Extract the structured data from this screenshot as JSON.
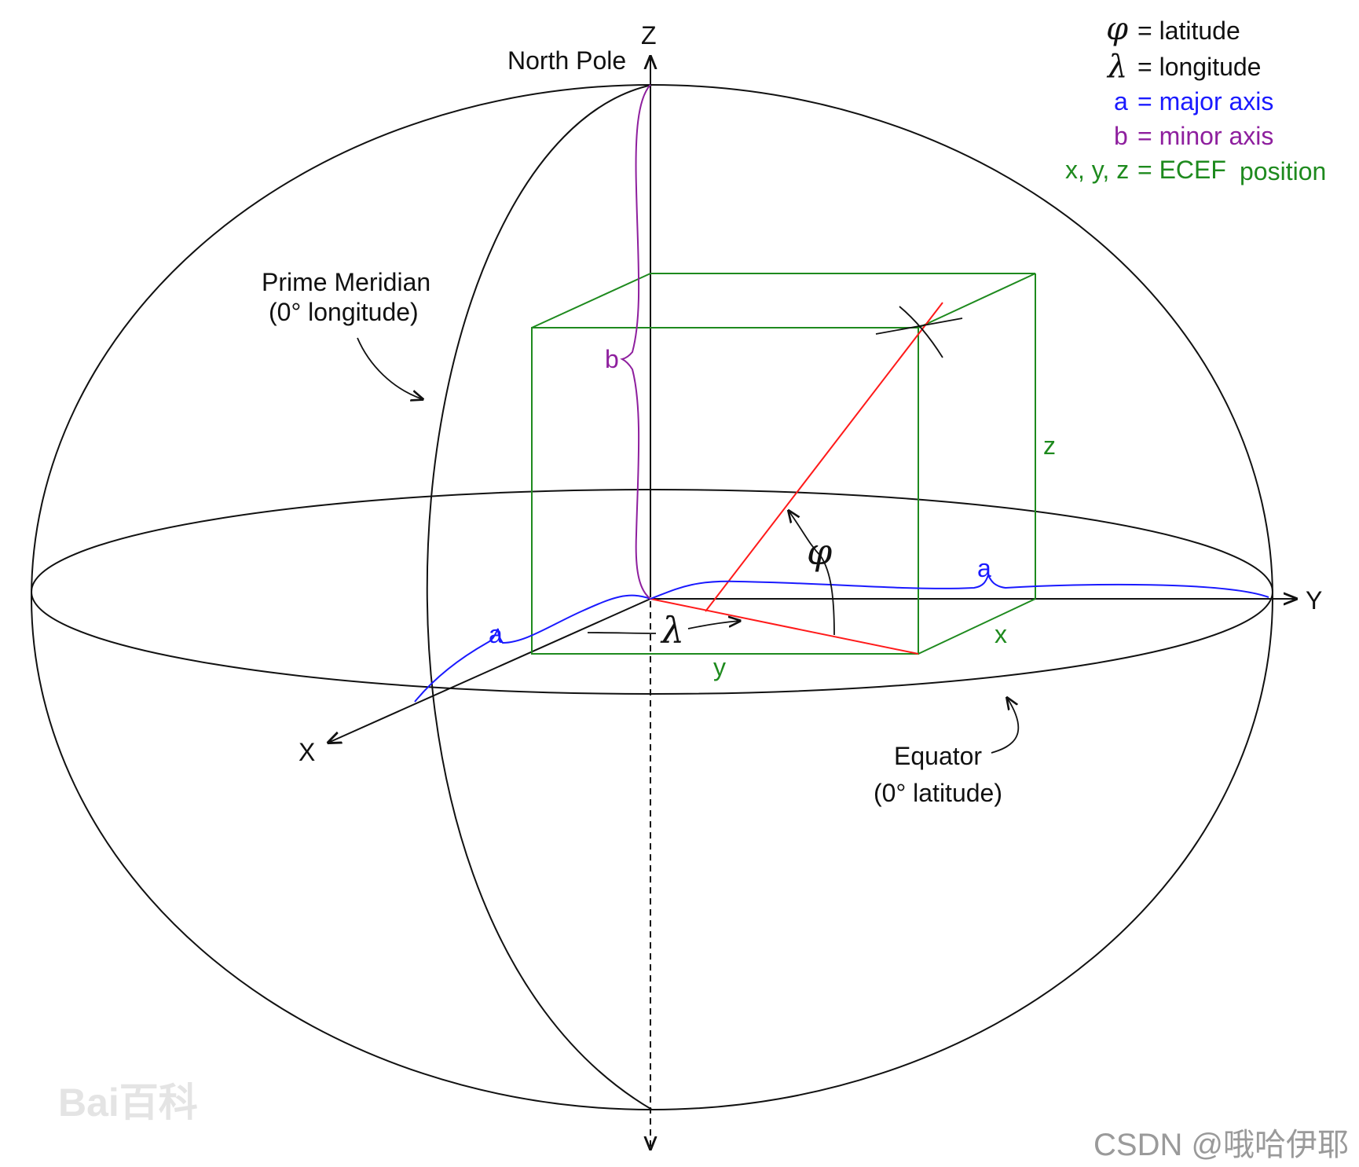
{
  "colors": {
    "outline": "#111111",
    "major_axis": "#1a1aff",
    "minor_axis": "#8e1f9e",
    "ecef_box": "#1e8a1e",
    "red_line": "#ff1a1a",
    "watermark": "#9a9a9a"
  },
  "axes": {
    "z_label": "Z",
    "y_label": "Y",
    "x_label": "X"
  },
  "labels": {
    "north_pole": "North Pole",
    "prime_meridian_line1": "Prime Meridian",
    "prime_meridian_line2": "(0° longitude)",
    "equator_line1": "Equator",
    "equator_line2": "(0° latitude)",
    "phi": "φ",
    "lambda": "λ",
    "a_equator": "a",
    "a_x": "a",
    "b": "b",
    "x": "x",
    "y": "y",
    "z": "z"
  },
  "legend": {
    "rows": [
      {
        "symbol": "φ",
        "text": "= latitude"
      },
      {
        "symbol": "λ",
        "text": "= longitude"
      },
      {
        "symbol": "a",
        "text": "= major axis"
      },
      {
        "symbol": "b",
        "text": "= minor axis"
      },
      {
        "symbol": "x, y, z",
        "text": "= ECEF",
        "extra": "position"
      }
    ]
  },
  "watermarks": {
    "baidu": "Bai百科",
    "csdn": "CSDN @哦哈伊耶"
  }
}
